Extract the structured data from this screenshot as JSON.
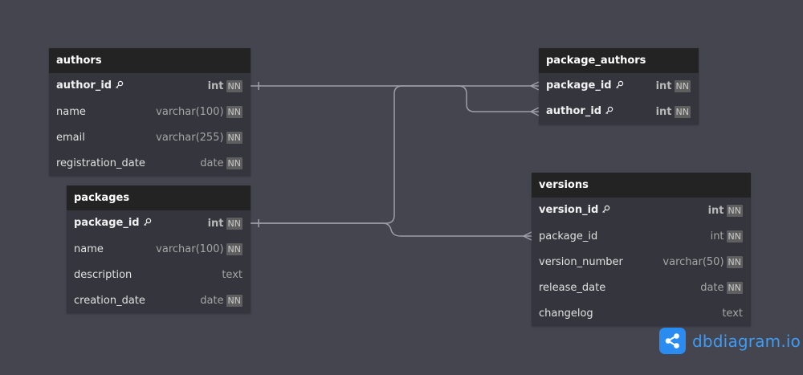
{
  "tables": {
    "authors": {
      "name": "authors",
      "fields": [
        {
          "name": "author_id",
          "type": "int",
          "nn": "NN",
          "pk": true
        },
        {
          "name": "name",
          "type": "varchar(100)",
          "nn": "NN",
          "pk": false
        },
        {
          "name": "email",
          "type": "varchar(255)",
          "nn": "NN",
          "pk": false
        },
        {
          "name": "registration_date",
          "type": "date",
          "nn": "NN",
          "pk": false
        }
      ]
    },
    "packages": {
      "name": "packages",
      "fields": [
        {
          "name": "package_id",
          "type": "int",
          "nn": "NN",
          "pk": true
        },
        {
          "name": "name",
          "type": "varchar(100)",
          "nn": "NN",
          "pk": false
        },
        {
          "name": "description",
          "type": "text",
          "nn": null,
          "pk": false
        },
        {
          "name": "creation_date",
          "type": "date",
          "nn": "NN",
          "pk": false
        }
      ]
    },
    "package_authors": {
      "name": "package_authors",
      "fields": [
        {
          "name": "package_id",
          "type": "int",
          "nn": "NN",
          "pk": true
        },
        {
          "name": "author_id",
          "type": "int",
          "nn": "NN",
          "pk": true
        }
      ]
    },
    "versions": {
      "name": "versions",
      "fields": [
        {
          "name": "version_id",
          "type": "int",
          "nn": "NN",
          "pk": true
        },
        {
          "name": "package_id",
          "type": "int",
          "nn": "NN",
          "pk": false
        },
        {
          "name": "version_number",
          "type": "varchar(50)",
          "nn": "NN",
          "pk": false
        },
        {
          "name": "release_date",
          "type": "date",
          "nn": "NN",
          "pk": false
        },
        {
          "name": "changelog",
          "type": "text",
          "nn": null,
          "pk": false
        }
      ]
    }
  },
  "relationships": [
    {
      "from": "authors.author_id",
      "to": "package_authors.author_id",
      "type": "one-to-many"
    },
    {
      "from": "packages.package_id",
      "to": "package_authors.package_id",
      "type": "one-to-many"
    },
    {
      "from": "packages.package_id",
      "to": "versions.package_id",
      "type": "one-to-many"
    }
  ],
  "watermark": {
    "text": "dbdiagram.io"
  },
  "colors": {
    "background": "#45454f",
    "table_header": "#232323",
    "table_body": "#35353d",
    "connector": "#9e9eaa",
    "brand": "#2a8cf0"
  }
}
